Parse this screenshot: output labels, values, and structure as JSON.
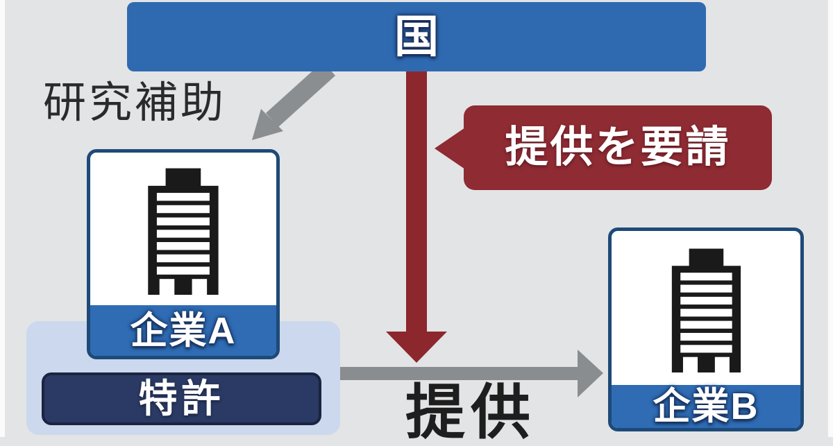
{
  "government": {
    "label": "国"
  },
  "arrows": {
    "subsidy_label": "研究補助",
    "provide_label": "提供",
    "request_callout_label": "提供を要請"
  },
  "companies": {
    "a": {
      "label": "企業A"
    },
    "b": {
      "label": "企業B"
    }
  },
  "patent": {
    "label": "特許"
  },
  "colors": {
    "background": "#e3e4e6",
    "edge_strip_white": "#fbfbfb",
    "banner_blue": "#2f6ab1",
    "band_blue": "#2f6cb4",
    "card_border_navy": "#1d4a78",
    "panel_lightblue": "#cbd8ed",
    "patent_navy": "#2b3a64",
    "patent_border": "#1b2440",
    "arrow_red": "#8c272d",
    "callout_red": "#8e2b33",
    "arrow_gray": "#8a8d90",
    "text_dark": "#2a2a2a",
    "building_black": "#1a1a1a"
  }
}
